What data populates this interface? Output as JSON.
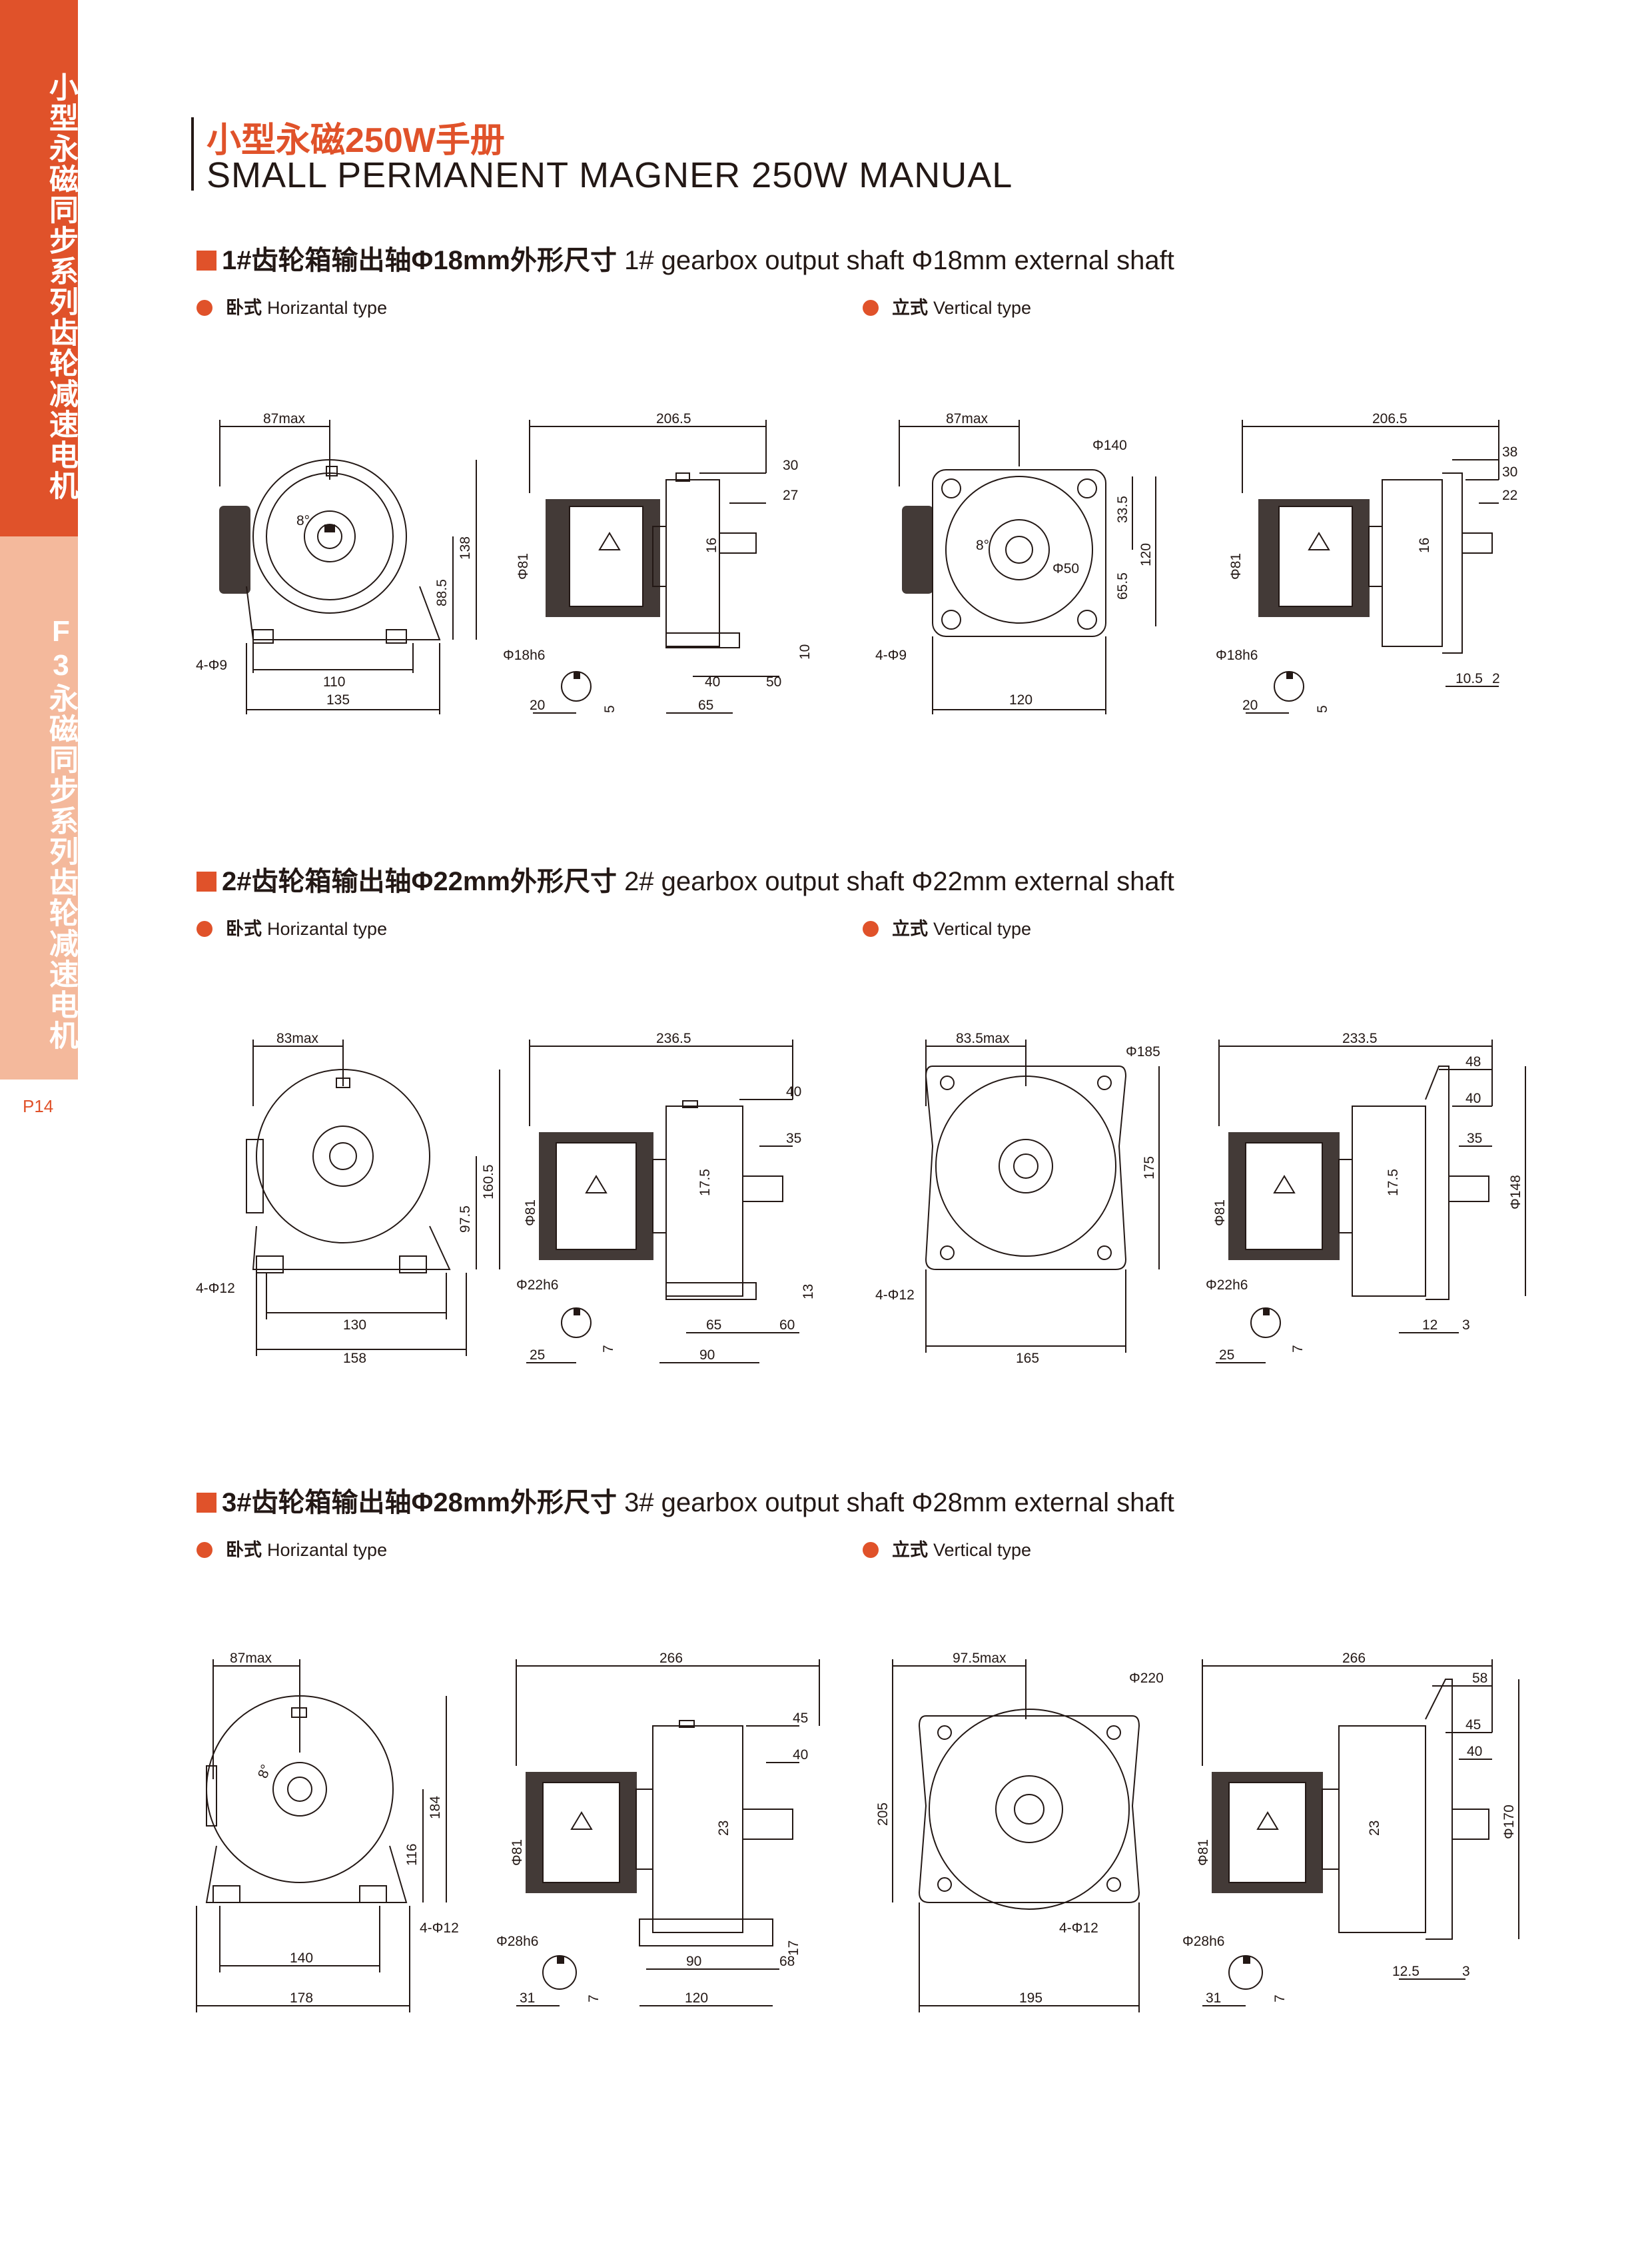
{
  "sidebar": {
    "top_text": "小型永磁同步系列齿轮减速电机",
    "bottom_text": "F3永磁同步系列齿轮减速电机",
    "page_number": "P14"
  },
  "header": {
    "title_cn": "小型永磁250W手册",
    "title_en": "SMALL PERMANENT MAGNER 250W MANUAL"
  },
  "labels": {
    "horizontal_cn": "卧式",
    "horizontal_en": "Horizantal type",
    "vertical_cn": "立式",
    "vertical_en": "Vertical type"
  },
  "sections": [
    {
      "heading_cn": "1#齿轮箱输出轴Φ18mm外形尺寸",
      "heading_en": "1# gearbox output shaft Φ18mm external shaft",
      "horizontal_front": {
        "max": "87max",
        "base_w": "110",
        "total_w": "135",
        "h1": "88.5",
        "h2": "138",
        "holes": "4-Φ9",
        "key": "8°"
      },
      "horizontal_side": {
        "len": "206.5",
        "d30": "30",
        "d27": "27",
        "motor_d": "Φ81",
        "shaft_h": "16",
        "flange_t": "10",
        "d40": "40",
        "d50": "50",
        "d65": "65",
        "shaft_d": "Φ18h6",
        "key_w": "20",
        "key_d": "5"
      },
      "vertical_front": {
        "max": "87max",
        "pcd": "Φ140",
        "pilot": "Φ50",
        "h1": "33.5",
        "h2": "65.5",
        "h3": "120",
        "w": "120",
        "holes": "4-Φ9",
        "key": "8°"
      },
      "vertical_side": {
        "len": "206.5",
        "d38": "38",
        "d30": "30",
        "d22": "22",
        "motor_d": "Φ81",
        "shaft_h": "16",
        "d10_5": "10.5",
        "d2": "2",
        "shaft_d": "Φ18h6",
        "key_w": "20",
        "key_d": "5"
      }
    },
    {
      "heading_cn": "2#齿轮箱输出轴Φ22mm外形尺寸",
      "heading_en": "2# gearbox output shaft Φ22mm external shaft",
      "horizontal_front": {
        "max": "83max",
        "base_w": "130",
        "total_w": "158",
        "h1": "97.5",
        "h2": "160.5",
        "holes": "4-Φ12"
      },
      "horizontal_side": {
        "len": "236.5",
        "d40": "40",
        "d35": "35",
        "motor_d": "Φ81",
        "shaft_h": "17.5",
        "flange_t": "13",
        "d65": "65",
        "d60": "60",
        "d90": "90",
        "shaft_d": "Φ22h6",
        "key_w": "25",
        "key_d": "7"
      },
      "vertical_front": {
        "max": "83.5max",
        "pcd": "Φ185",
        "h": "175",
        "w": "165",
        "holes": "4-Φ12"
      },
      "vertical_side": {
        "len": "233.5",
        "d48": "48",
        "d40": "40",
        "d35": "35",
        "motor_d": "Φ81",
        "flange_d": "Φ148",
        "shaft_h": "17.5",
        "d12": "12",
        "d3": "3",
        "shaft_d": "Φ22h6",
        "key_w": "25",
        "key_d": "7"
      }
    },
    {
      "heading_cn": "3#齿轮箱输出轴Φ28mm外形尺寸",
      "heading_en": "3# gearbox output shaft Φ28mm external shaft",
      "horizontal_front": {
        "max": "87max",
        "base_w": "140",
        "total_w": "178",
        "h1": "116",
        "h2": "184",
        "holes": "4-Φ12",
        "key": "8°"
      },
      "horizontal_side": {
        "len": "266",
        "d45": "45",
        "d40": "40",
        "motor_d": "Φ81",
        "shaft_h": "23",
        "flange_t": "17",
        "d90": "90",
        "d68": "68",
        "d120": "120",
        "shaft_d": "Φ28h6",
        "key_w": "31",
        "key_d": "7"
      },
      "vertical_front": {
        "max": "97.5max",
        "pcd": "Φ220",
        "h": "205",
        "w": "195",
        "holes": "4-Φ12"
      },
      "vertical_side": {
        "len": "266",
        "d58": "58",
        "d45": "45",
        "d40": "40",
        "motor_d": "Φ81",
        "flange_d": "Φ170",
        "shaft_h": "23",
        "d12_5": "12.5",
        "d3": "3",
        "shaft_d": "Φ28h6",
        "key_w": "31",
        "key_d": "7"
      }
    }
  ],
  "colors": {
    "accent": "#e0522a",
    "accent_light": "#f4b99c",
    "ink": "#231815"
  }
}
